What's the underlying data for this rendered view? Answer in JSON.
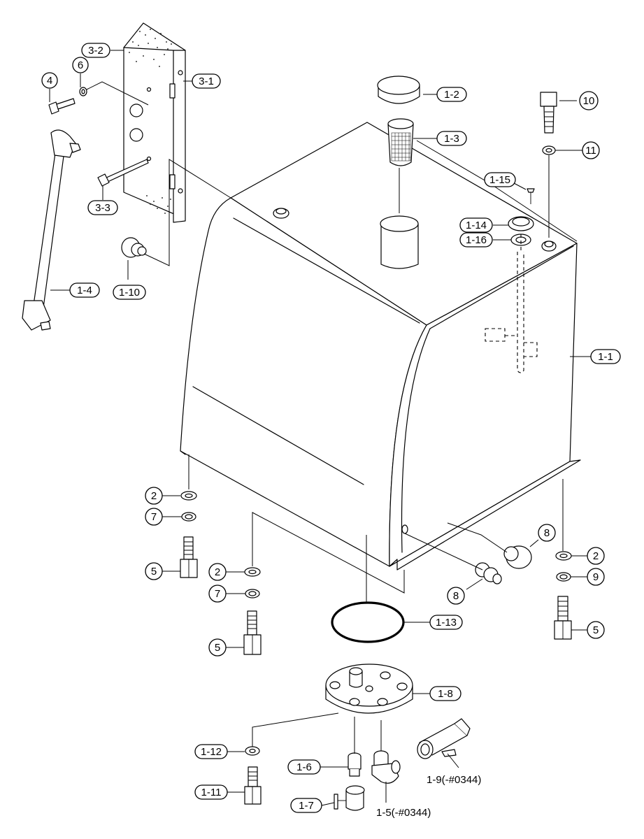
{
  "tags": {
    "t_3_2": "3-2",
    "t_3_1": "3-1",
    "t_3_3": "3-3",
    "t_4": "4",
    "t_6": "6",
    "t_1_2": "1-2",
    "t_1_3": "1-3",
    "t_10": "10",
    "t_11": "11",
    "t_1_15": "1-15",
    "t_1_14": "1-14",
    "t_1_16": "1-16",
    "t_1_10": "1-10",
    "t_1_4": "1-4",
    "t_1_1": "1-1",
    "t_2a": "2",
    "t_7a": "7",
    "t_5a": "5",
    "t_2b": "2",
    "t_7b": "7",
    "t_5b": "5",
    "t_8a": "8",
    "t_8b": "8",
    "t_2c": "2",
    "t_9": "9",
    "t_5c": "5",
    "t_1_13": "1-13",
    "t_1_8": "1-8",
    "t_1_12": "1-12",
    "t_1_6": "1-6",
    "t_1_11": "1-11",
    "t_1_7": "1-7"
  },
  "labels": {
    "l_1_9": "1-9(-#0344)",
    "l_1_5": "1-5(-#0344)"
  }
}
